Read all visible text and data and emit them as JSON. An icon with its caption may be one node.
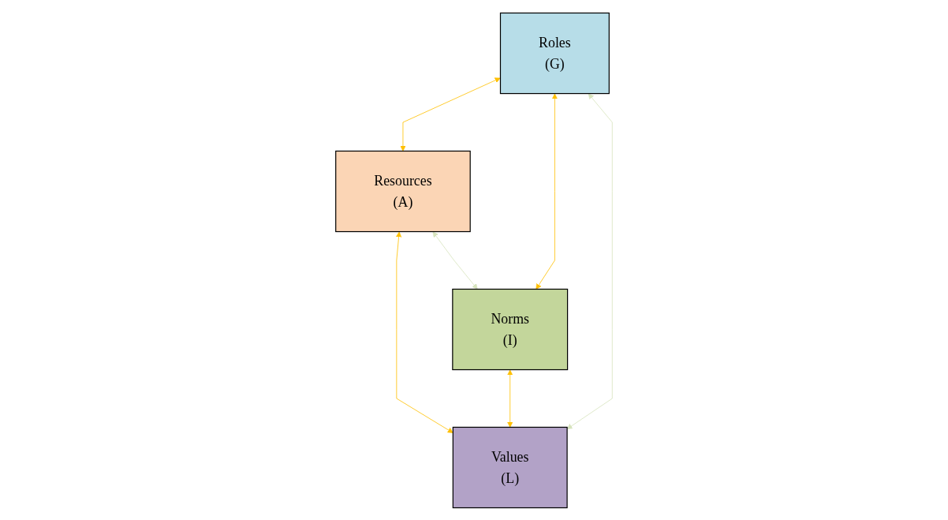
{
  "diagram": {
    "nodes": [
      {
        "text": [
          "Roles",
          "(G)"
        ]
      },
      {
        "text": [
          "Resources",
          "(A)"
        ]
      },
      {
        "text": [
          "Norms",
          "(I)"
        ]
      },
      {
        "text": [
          "Values",
          "(L)"
        ]
      }
    ],
    "edges": [
      {
        "from": 0,
        "to": 1,
        "arrow": "both",
        "color": "#ffc000"
      },
      {
        "from": 0,
        "to": 2,
        "arrow": "both",
        "color": "#ffc000"
      },
      {
        "from": 1,
        "to": 3,
        "arrow": "both",
        "color": "#ffc000"
      },
      {
        "from": 2,
        "to": 3,
        "arrow": "both",
        "color": "#ffc000"
      },
      {
        "from": 0,
        "to": 3,
        "arrow": "both",
        "color": "#d7e4bd"
      },
      {
        "from": 1,
        "to": 2,
        "arrow": "both",
        "color": "#d7e4bd"
      }
    ]
  }
}
